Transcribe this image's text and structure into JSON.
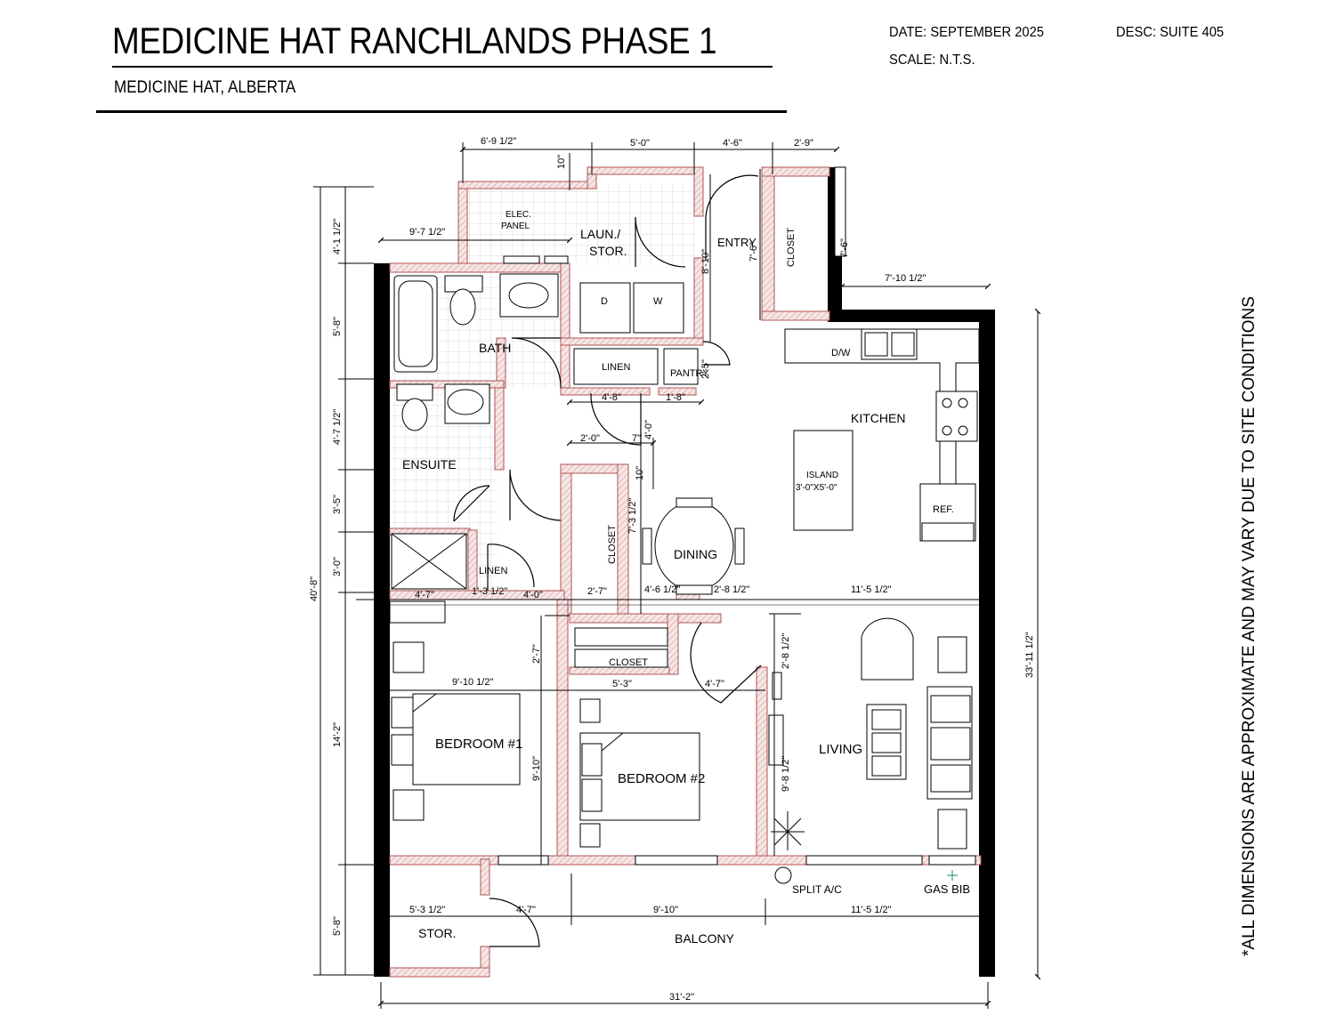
{
  "header": {
    "title": "MEDICINE HAT RANCHLANDS PHASE 1",
    "location": "MEDICINE HAT, ALBERTA",
    "date": "DATE: SEPTEMBER 2025",
    "scale": "SCALE: N.T.S.",
    "desc": "DESC: SUITE 405"
  },
  "disclaimer": "*ALL DIMENSIONS ARE APPROXIMATE AND MAY VARY DUE TO SITE CONDITIONS",
  "rooms": {
    "elec_panel_1": "ELEC.",
    "elec_panel_2": "PANEL",
    "laundry_1": "LAUN./",
    "laundry_2": "STOR.",
    "dryer": "D",
    "washer": "W",
    "entry": "ENTRY",
    "closet_entry": "CLOSET",
    "bath": "BATH",
    "linen_hall": "LINEN",
    "pantry": "PANTRY",
    "dishwasher": "D/W",
    "kitchen": "KITCHEN",
    "island_1": "ISLAND",
    "island_2": "3'-0\"X5'-0\"",
    "ref": "REF.",
    "ensuite": "ENSUITE",
    "linen_ensuite": "LINEN",
    "closet_hall": "CLOSET",
    "dining": "DINING",
    "closet_bed2": "CLOSET",
    "bedroom1": "BEDROOM #1",
    "bedroom2": "BEDROOM #2",
    "living": "LIVING",
    "split_ac": "SPLIT A/C",
    "gas_bib": "GAS BIB",
    "stor": "STOR.",
    "balcony": "BALCONY"
  },
  "dimensions": {
    "top_a": "6'-9 1/2\"",
    "top_b": "5'-0\"",
    "top_c": "4'-6\"",
    "top_d": "2'-9\"",
    "ten_in": "10\"",
    "laun_w": "9'-7 1/2\"",
    "laun_h": "8'-10\"",
    "entry_h": "7'-6\"",
    "closet_h": "7'-6\"",
    "kitchen_w": "7'-10 1/2\"",
    "linen_w": "4'-8\"",
    "pantry_w": "1'-8\"",
    "pantry_h": "2'-5\"",
    "hall_two": "2'-0\"",
    "hall_seven": "7\"",
    "hall_four": "4'-0\"",
    "hall_ten": "10\"",
    "closet_hall_h": "7'-3 1/2\"",
    "left_a": "4'-1 1/2\"",
    "left_b": "5'-8\"",
    "left_c": "4'-7 1/2\"",
    "left_d": "3'-5\"",
    "left_e": "3'-0\"",
    "left_f": "14'-2\"",
    "left_g": "5'-8\"",
    "left_total": "40'-8\"",
    "mid_a": "4'-7\"",
    "mid_b": "1'-3 1/2\"",
    "mid_c": "4'-0\"",
    "mid_d": "2'-7\"",
    "mid_e": "4'-6 1/2\"",
    "mid_f": "2'-8 1/2\"",
    "mid_g": "11'-5 1/2\"",
    "bed1_w": "9'-10 1/2\"",
    "bed_h": "2'-7\"",
    "bed1_h": "9'-10\"",
    "bed2_w": "5'-3\"",
    "bed2_door": "4'-7\"",
    "living_a": "2'-8 1/2\"",
    "living_b": "9'-8 1/2\"",
    "right_total": "33'-11 1/2\"",
    "bal_a": "5'-3 1/2\"",
    "bal_b": "4'-7\"",
    "bal_c": "9'-10\"",
    "bal_d": "11'-5 1/2\"",
    "bottom_total": "31'-2\""
  }
}
